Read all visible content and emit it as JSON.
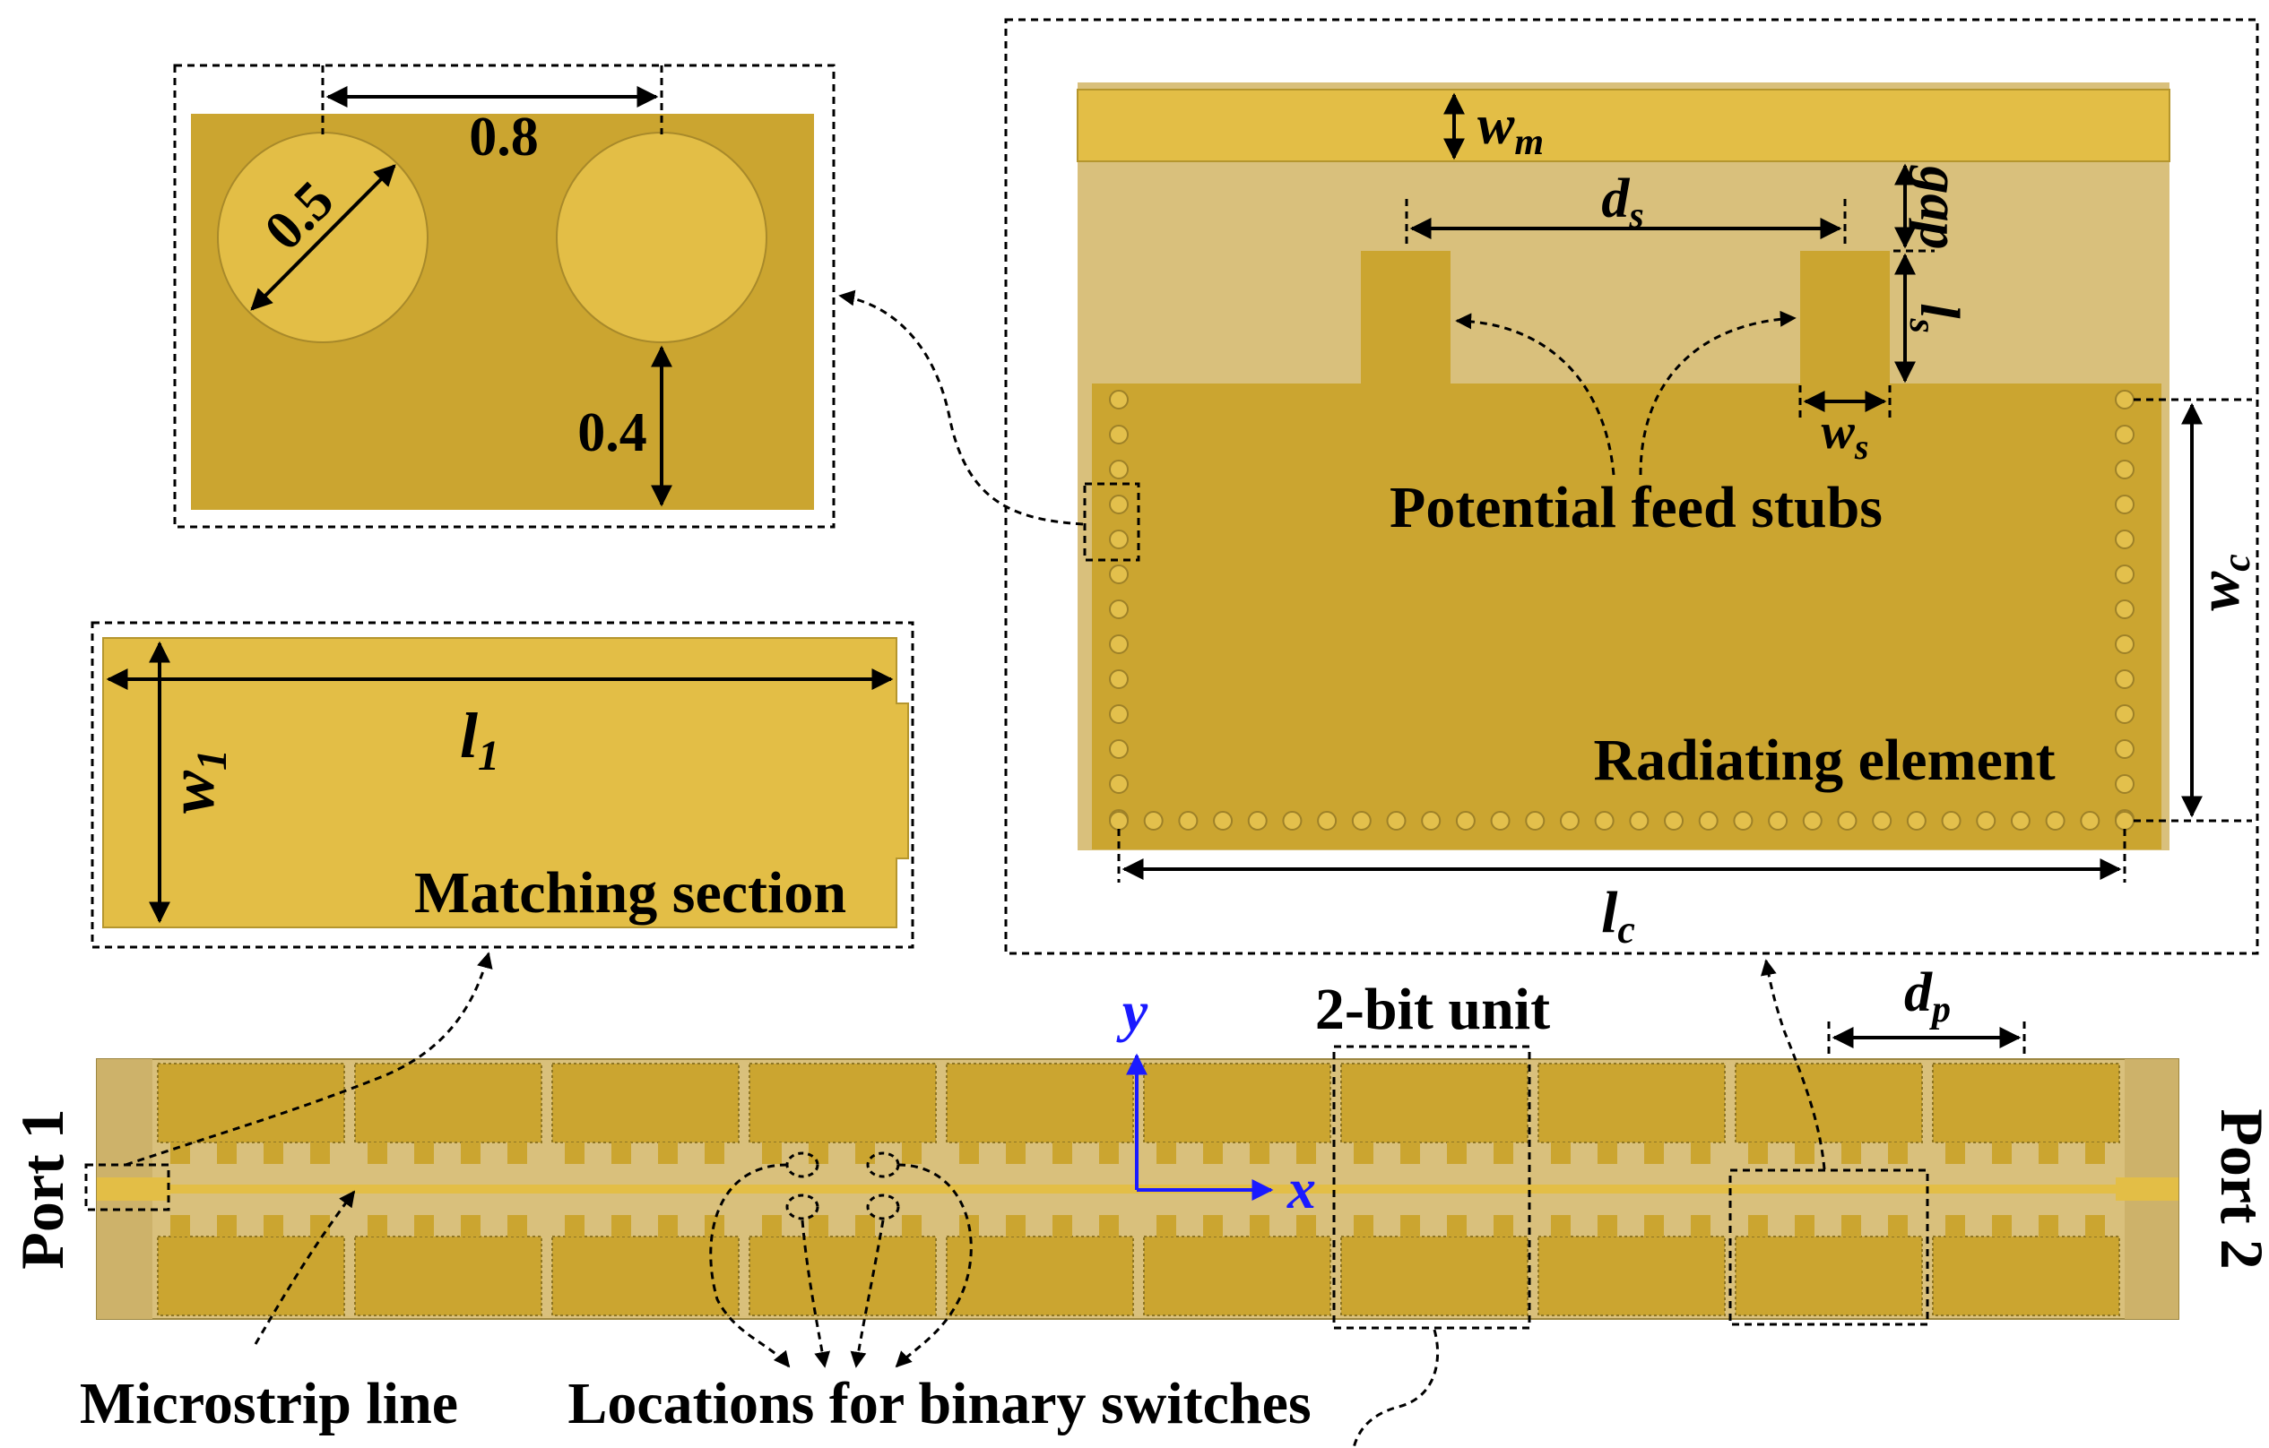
{
  "colors": {
    "metal": "#cba530",
    "metal_light": "#e3be46",
    "substrate": "#d9c07c",
    "via": "#e3c04c",
    "axis": "#1a1aff",
    "ink": "#000000"
  },
  "via_detail": {
    "dim_pitch": "0.8",
    "dim_diameter": "0.5",
    "dim_edge": "0.4"
  },
  "matching": {
    "title": "Matching section",
    "length_main": "l",
    "length_sub": "1",
    "width_main": "w",
    "width_sub": "1"
  },
  "element": {
    "title": "Radiating element",
    "stubs_label": "Potential feed stubs",
    "wm_main": "w",
    "wm_sub": "m",
    "ds_main": "d",
    "ds_sub": "s",
    "gap": "gap",
    "ls_main": "l",
    "ls_sub": "s",
    "ws_main": "w",
    "ws_sub": "s",
    "wc_main": "w",
    "wc_sub": "c",
    "lc_main": "l",
    "lc_sub": "c"
  },
  "array": {
    "port1": "Port 1",
    "port2": "Port 2",
    "unit_label": "2-bit unit",
    "dp_main": "d",
    "dp_sub": "p",
    "axis_x": "x",
    "axis_y": "y",
    "microstrip_label": "Microstrip line",
    "switch_label": "Locations for binary switches"
  }
}
